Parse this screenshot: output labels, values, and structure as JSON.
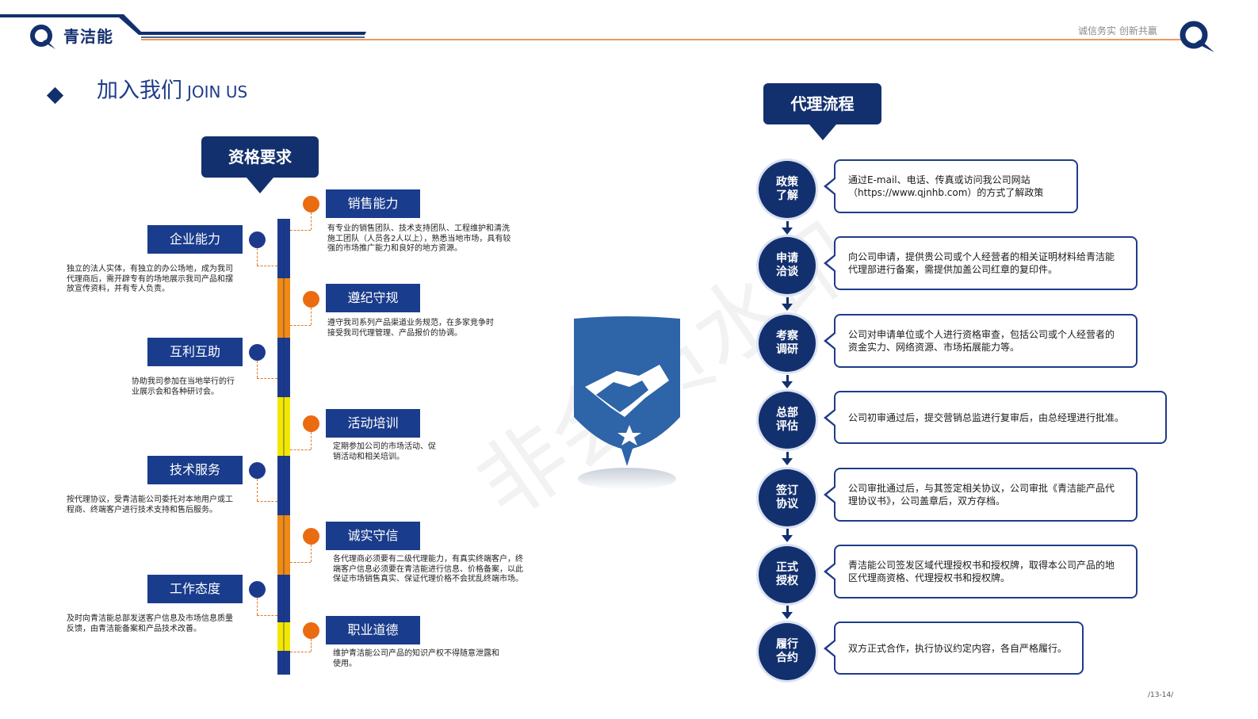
{
  "header": {
    "logo_text": "青洁能",
    "slogan": "诚信务实 创新共赢",
    "title_cn": "加入我们",
    "title_en": "JOIN US"
  },
  "left": {
    "heading": "资格要求",
    "left_items": [
      {
        "label": "企业能力",
        "desc": "独立的法人实体，有独立的办公场地，成为我司代理商后，需开辟专有的场地展示我司产品和摆放宣传资料，并有专人负责。"
      },
      {
        "label": "互利互助",
        "desc": "协助我司参加在当地举行的行业展示会和各种研讨会。"
      },
      {
        "label": "技术服务",
        "desc": "按代理协议，受青洁能公司委托对本地用户或工程商、终端客户进行技术支持和售后服务。"
      },
      {
        "label": "工作态度",
        "desc": "及时向青洁能总部发送客户信息及市场信息质量反馈，由青洁能备案和产品技术改善。"
      }
    ],
    "right_items": [
      {
        "label": "销售能力",
        "desc": "有专业的销售团队、技术支持团队、工程维护和清洗施工团队（人员各2人以上），熟悉当地市场，具有较强的市场推广能力和良好的地方资源。"
      },
      {
        "label": "遵纪守规",
        "desc": "遵守我司系列产品渠道业务规范，在多家竞争时接受我司代理管理、产品报价的协调。"
      },
      {
        "label": "活动培训",
        "desc": "定期参加公司的市场活动、促销活动和相关培训。"
      },
      {
        "label": "诚实守信",
        "desc": "各代理商必须要有二级代理能力，有真实终端客户，终端客户信息必须要在青洁能进行信息、价格备案，以此保证市场销售真实、保证代理价格不会扰乱终端市场。"
      },
      {
        "label": "职业道德",
        "desc": "维护青洁能公司产品的知识产权不得随意泄露和使用。"
      }
    ]
  },
  "right": {
    "heading": "代理流程",
    "steps": [
      {
        "name": "政策了解",
        "text": "通过E-mail、电话、传真或访问我公司网站（https://www.qjnhb.com）的方式了解政策"
      },
      {
        "name": "申请洽谈",
        "text": "向公司申请，提供贵公司或个人经营者的相关证明材料给青洁能代理部进行备案，需提供加盖公司红章的复印件。"
      },
      {
        "name": "考察调研",
        "text": "公司对申请单位或个人进行资格审查，包括公司或个人经营者的资金实力、网络资源、市场拓展能力等。"
      },
      {
        "name": "总部评估",
        "text": "公司初审通过后，提交营销总监进行复审后，由总经理进行批准。"
      },
      {
        "name": "签订协议",
        "text": "公司审批通过后，与其签定相关协议，公司审批《青洁能产品代理协议书》，公司盖章后，双方存档。"
      },
      {
        "name": "正式授权",
        "text": "青洁能公司签发区域代理授权书和授权牌，取得本公司产品的地区代理商资格、代理授权书和授权牌。"
      },
      {
        "name": "履行合约",
        "text": "双方正式合作，执行协议约定内容，各自严格履行。"
      }
    ]
  },
  "watermark": "非会员水印",
  "page_number": "/13-14/",
  "colors": {
    "navy": "#13306e",
    "orange": "#ea6b10",
    "yellow": "#f3e600",
    "blue": "#1c3a8d"
  }
}
